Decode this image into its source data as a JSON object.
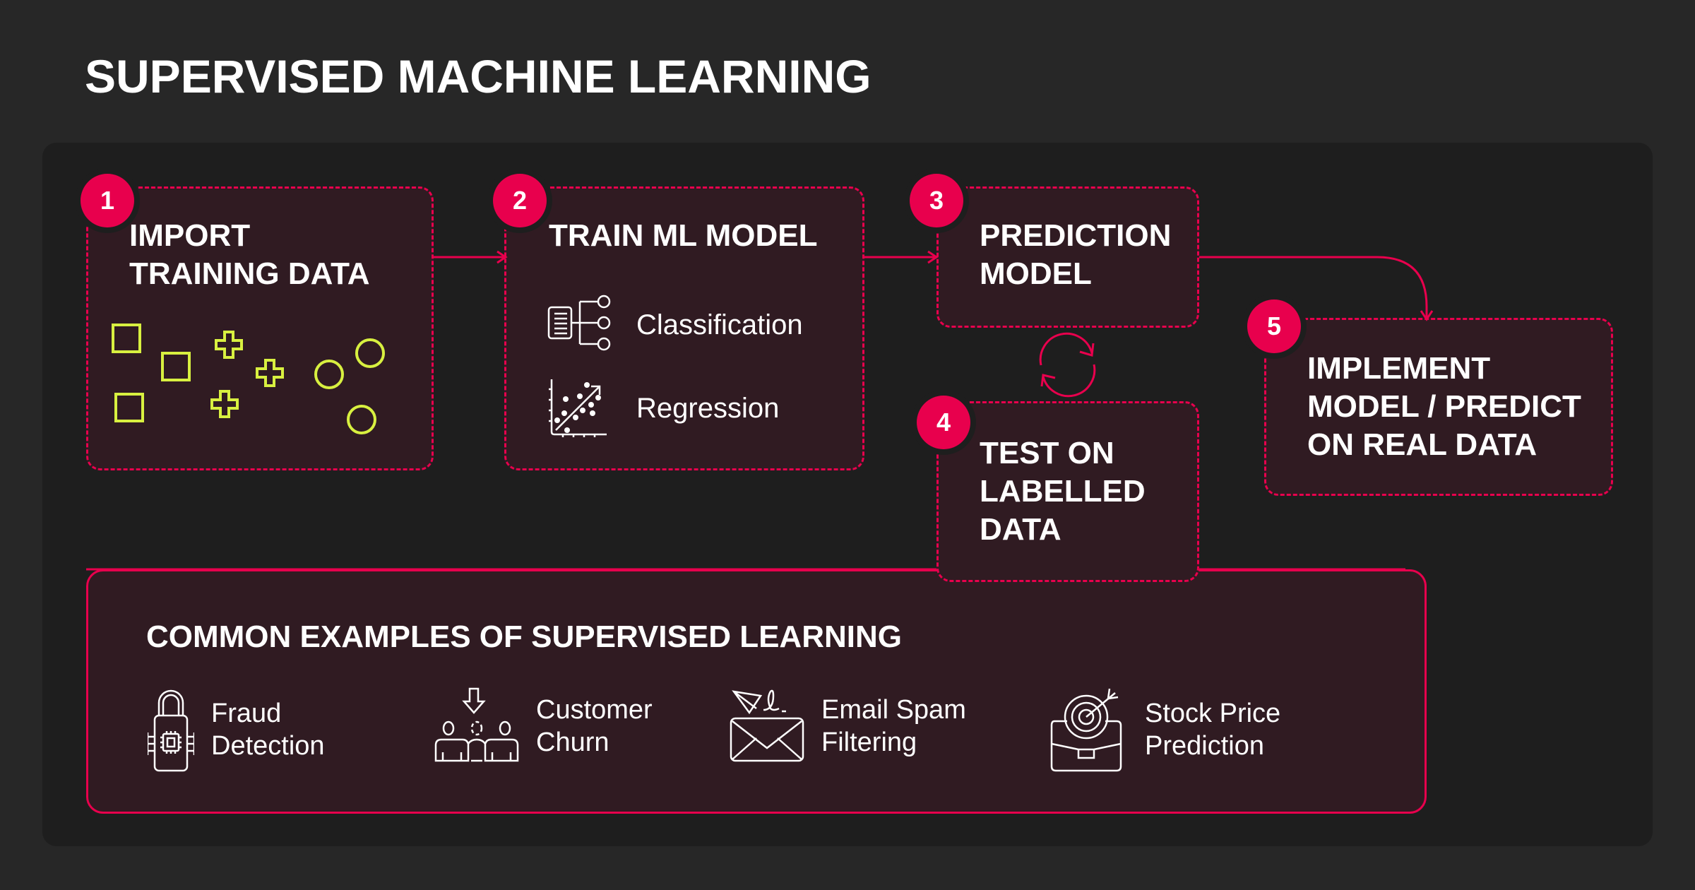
{
  "title": "SUPERVISED MACHINE LEARNING",
  "colors": {
    "background": "#272727",
    "panel": "#1e1e1e",
    "box_fill": "#301b22",
    "accent": "#e8004d",
    "data_shapes": "#d8f040",
    "text": "#ffffff"
  },
  "steps": [
    {
      "number": "1",
      "title_lines": [
        "IMPORT",
        "TRAINING DATA"
      ]
    },
    {
      "number": "2",
      "title_lines": [
        "TRAIN ML MODEL"
      ],
      "items": [
        {
          "icon": "classification-tree-icon",
          "label": "Classification"
        },
        {
          "icon": "regression-scatter-icon",
          "label": "Regression"
        }
      ]
    },
    {
      "number": "3",
      "title_lines": [
        "PREDICTION",
        "MODEL"
      ]
    },
    {
      "number": "4",
      "title_lines": [
        "TEST ON",
        "LABELLED",
        "DATA"
      ]
    },
    {
      "number": "5",
      "title_lines": [
        "IMPLEMENT",
        "MODEL / PREDICT",
        "ON REAL DATA"
      ]
    }
  ],
  "training_data_shapes": {
    "squares": 3,
    "crosses": 3,
    "circles": 3
  },
  "cycle_icon": "refresh-cycle-icon",
  "examples": {
    "title": "COMMON EXAMPLES OF SUPERVISED LEARNING",
    "items": [
      {
        "icon": "padlock-chip-icon",
        "label": "Fraud\nDetection"
      },
      {
        "icon": "people-churn-icon",
        "label": "Customer\nChurn"
      },
      {
        "icon": "envelope-paper-plane-icon",
        "label": "Email Spam\nFiltering"
      },
      {
        "icon": "target-briefcase-icon",
        "label": "Stock Price\nPrediction"
      }
    ]
  }
}
